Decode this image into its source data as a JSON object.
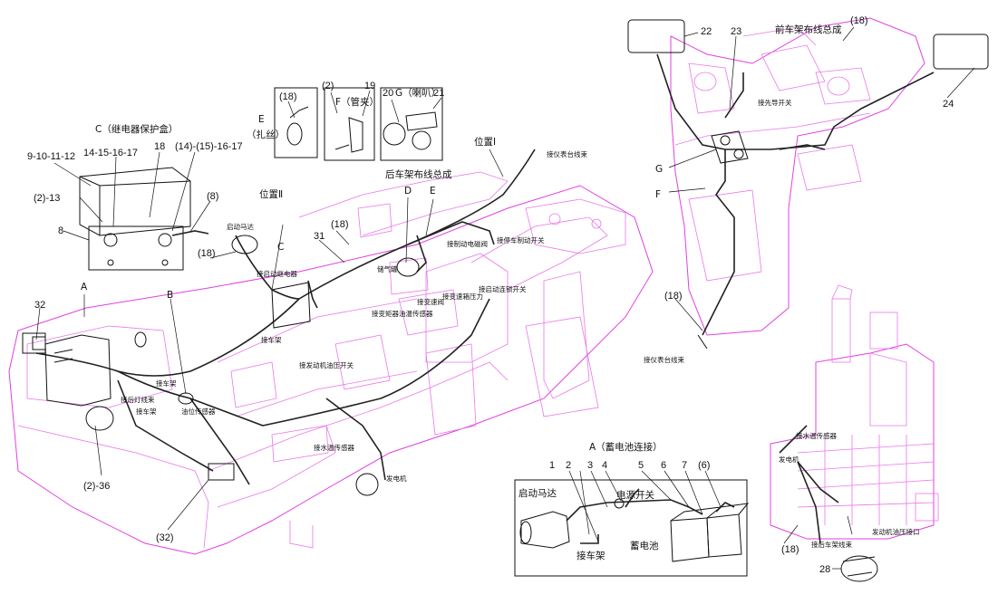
{
  "colors": {
    "frame": "#e040e0",
    "wiring": "#222222",
    "text": "#111111"
  },
  "labels": {
    "box_c_title": "C（继电器保护盒）",
    "c_9_12": "9-10-11-12",
    "c_14_17": "14-15-16-17",
    "c_18": "18",
    "c_14_15_16_17": "(14)-(15)-16-17",
    "c_2_13": "(2)-13",
    "c_8b": "(8)",
    "c_8": "8",
    "e_18": "(18)",
    "e_title": "E",
    "e_sub": "（扎丝）",
    "f_2": "(2)",
    "f_19": "19",
    "f_title": "F（管夹）",
    "g_20": "20",
    "g_title": "G（喇叭）",
    "g_21": "21",
    "rear_harness": "后车架布线总成",
    "d": "D",
    "e2": "E",
    "pos_1": "位置Ⅰ",
    "pos_2": "位置Ⅱ",
    "to_dash": "接仪表台线束",
    "to_brake_valve": "接制动电磁阀",
    "to_park_switch": "接停车制动开关",
    "air_tank": "储气罐",
    "label_31": "31",
    "label_18a": "(18)",
    "label_18b": "(18)",
    "starter_motor": "启动马达",
    "to_start_relay": "接启动继电器",
    "c_mark": "C",
    "to_tc_temp": "接变矩器油温传感器",
    "to_shift_valve": "接变速阀",
    "to_trans_pressure": "接变速箱压力",
    "to_start_lock": "接启动连锁开关",
    "to_frame_1": "接车架",
    "to_engine_oil_sw": "接发动机油压开关",
    "a_mark": "A",
    "b_mark": "B",
    "label_32": "32",
    "label_32b": "(32)",
    "to_frame_2": "接车架",
    "to_rear_light": "接后灯线束",
    "to_frame_3": "接车架",
    "fuel_sensor": "油位传感器",
    "label_2_36": "(2)-36",
    "to_water_temp": "接水温传感器",
    "alternator": "发电机",
    "front_harness": "前车架布线总成",
    "f_18_top": "(18)",
    "label_22": "22",
    "label_23": "23",
    "label_24": "24",
    "to_horn_switch": "接先导开关",
    "g_mark": "G",
    "f_mark": "F",
    "f_18_mid": "(18)",
    "to_dash_2": "接仪表台线束",
    "battery_title": "A（蓄电池连接）",
    "bat_1": "1",
    "bat_2": "2",
    "bat_3": "3",
    "bat_4": "4",
    "bat_5": "5",
    "bat_6": "6",
    "bat_7": "7",
    "bat_6b": "(6)",
    "bat_starter": "启动马达",
    "power_switch": "电源开关",
    "to_frame_bat": "接车架",
    "battery": "蓄电池",
    "to_water_temp_2": "接水温传感器",
    "alternator_2": "发电机",
    "label_18_eng": "(18)",
    "to_rear_frame": "接后车架线束",
    "engine_oil_port": "发动机油压接口",
    "label_28": "28"
  }
}
